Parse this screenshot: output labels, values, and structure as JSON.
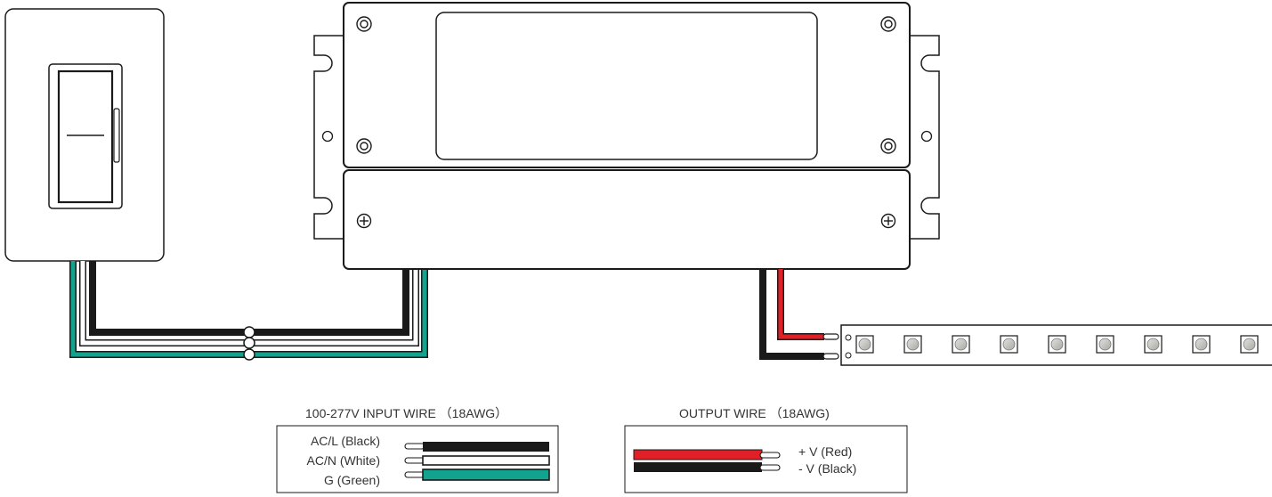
{
  "input_legend": {
    "title": "100-277V INPUT WIRE （18AWG）",
    "wires": [
      {
        "label": "AC/L (Black)",
        "color": "#1a1a1a"
      },
      {
        "label": "AC/N (White)",
        "color": "#ffffff"
      },
      {
        "label": "G (Green)",
        "color": "#12a38f"
      }
    ]
  },
  "output_legend": {
    "title": "OUTPUT WIRE （18AWG)",
    "wires": [
      {
        "label": "+ V (Red)",
        "color": "#e11f26"
      },
      {
        "label": "- V (Black)",
        "color": "#1a1a1a"
      }
    ]
  },
  "colors": {
    "outline": "#1a1a1a",
    "wire_black": "#1a1a1a",
    "wire_white": "#ffffff",
    "wire_green": "#12a38f",
    "wire_red": "#e11f26",
    "led_chip": "#c9c9c4"
  },
  "components": {
    "dimmer_switch": "wall-dimmer-switch",
    "driver": "led-power-driver",
    "strip": "led-strip",
    "led_count": 9
  }
}
